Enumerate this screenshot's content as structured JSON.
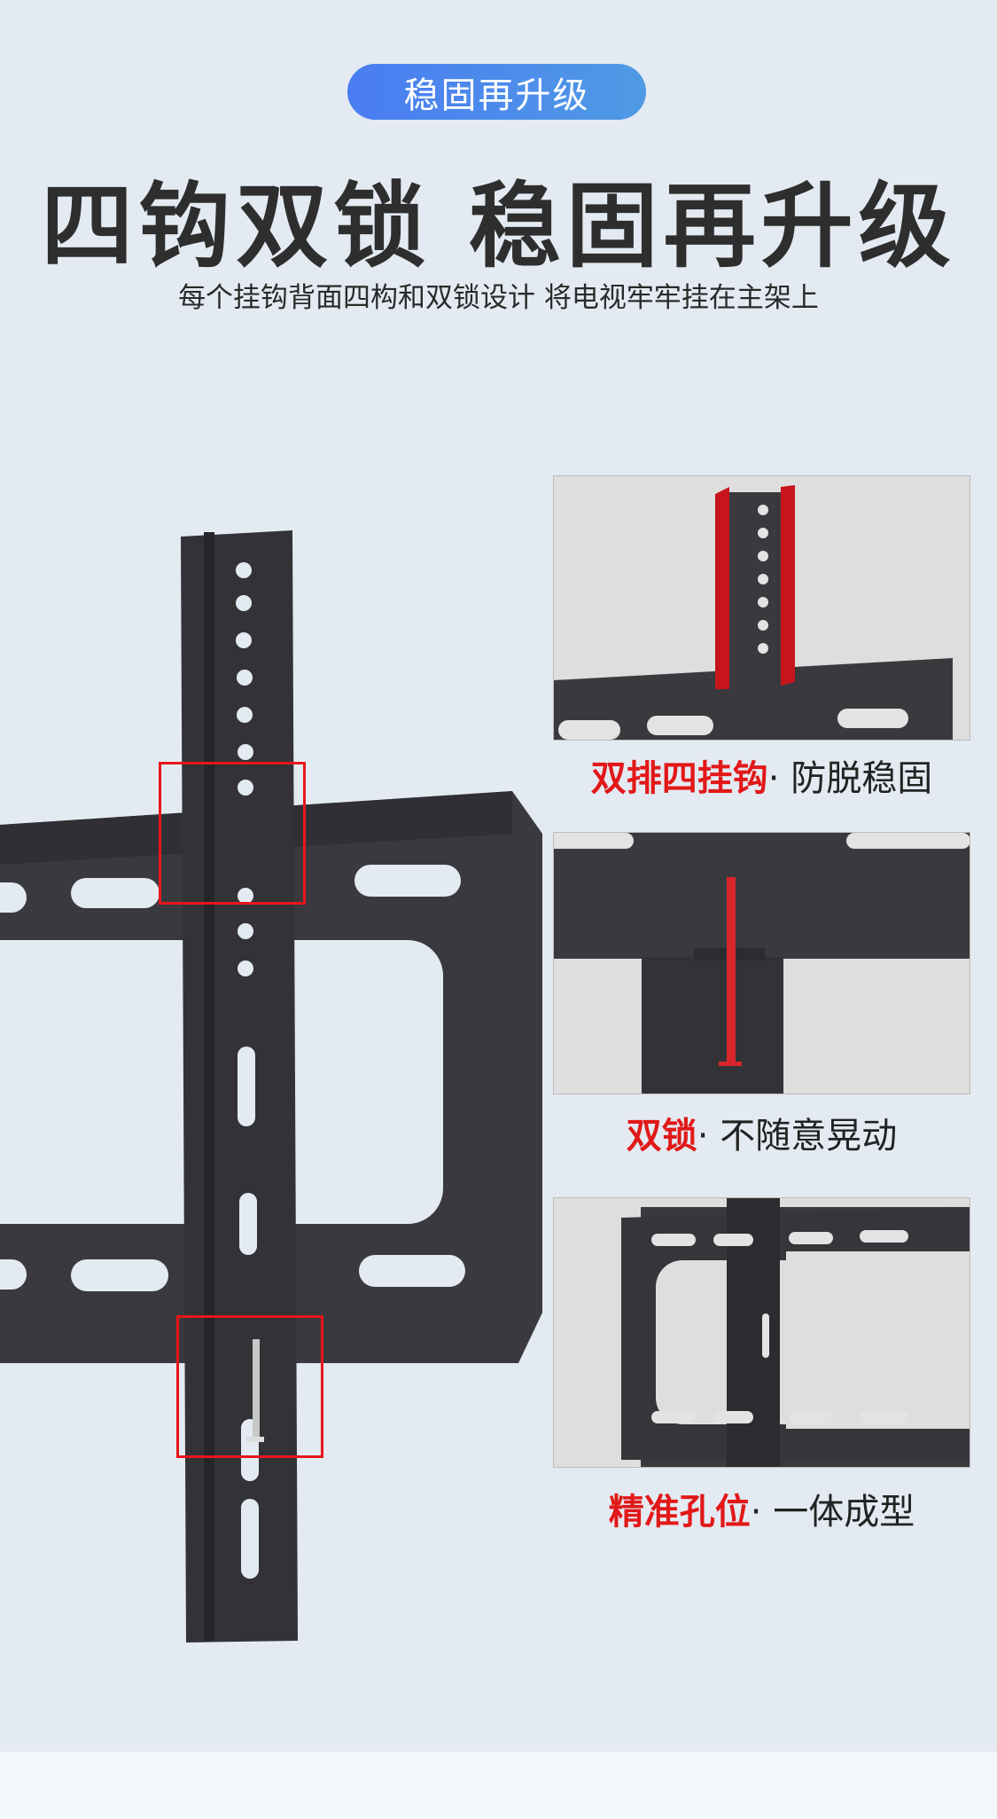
{
  "badge": "稳固再升级",
  "headline": "四钩双锁 稳固再升级",
  "subtitle": "每个挂钩背面四构和双锁设计  将电视牢牢挂在主架上",
  "features": [
    {
      "highlight": "双排四挂钩",
      "rest": "· 防脱稳固"
    },
    {
      "highlight": "双锁",
      "rest": "· 不随意晃动"
    },
    {
      "highlight": "精准孔位",
      "rest": "· 一体成型"
    }
  ],
  "colors": {
    "accent": "#e21818",
    "badge": "#4a7cf2",
    "metal": "#3a3a3e"
  }
}
